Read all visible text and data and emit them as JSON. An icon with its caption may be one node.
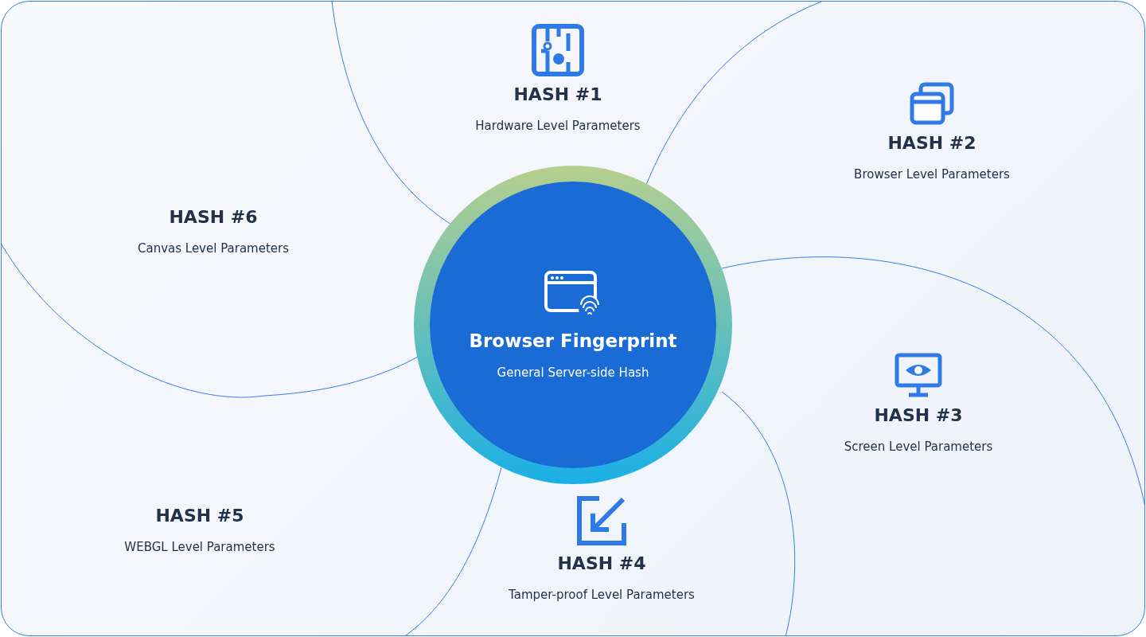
{
  "diagram": {
    "nodes": [
      {
        "text": [
          "Browser Fingerprint",
          "General Server-side Hash"
        ]
      },
      {
        "text": [
          "HASH #1",
          "Hardware Level Parameters"
        ]
      },
      {
        "text": [
          "HASH #2",
          "Browser Level Parameters"
        ]
      },
      {
        "text": [
          "HASH #3",
          "Screen Level Parameters"
        ]
      },
      {
        "text": [
          "HASH #4",
          "Tamper-proof Level Parameters"
        ]
      },
      {
        "text": [
          "HASH #5",
          "WEBGL Level Parameters"
        ]
      },
      {
        "text": [
          "HASH #6",
          "Canvas Level Parameters"
        ]
      }
    ]
  }
}
